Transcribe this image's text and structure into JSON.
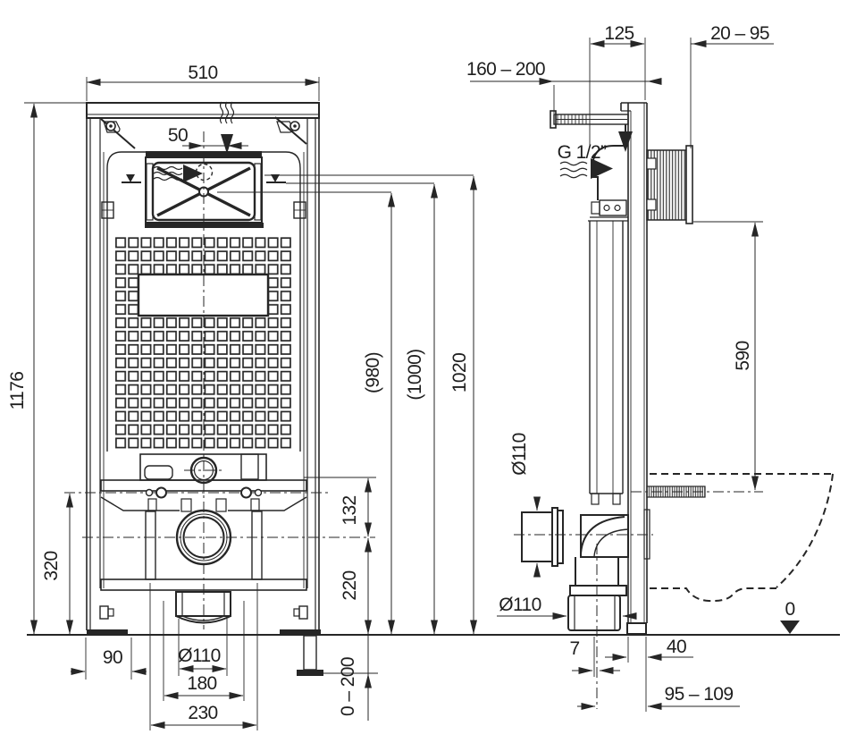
{
  "drawing": {
    "line_color": "#262626",
    "background": "#ffffff",
    "front": {
      "width_510": "510",
      "offset_50": "50",
      "height_1176": "1176",
      "height_320": "320",
      "offset_90": "90",
      "dia_outlet": "Ø110",
      "width_180": "180",
      "width_230": "230",
      "height_132": "132",
      "height_220": "220",
      "range_0_200": "0 – 200",
      "height_980": "(980)",
      "height_1000": "(1000)",
      "height_1020": "1020"
    },
    "side": {
      "range_160_200": "160 – 200",
      "depth_125": "125",
      "range_20_95": "20 – 95",
      "thread_g12": "G 1/2”",
      "height_590": "590",
      "dia_side": "Ø110",
      "dia_bottom": "Ø110",
      "offset_7": "7",
      "depth_40": "40",
      "range_95_109": "95 – 109",
      "datum_0": "0"
    }
  }
}
